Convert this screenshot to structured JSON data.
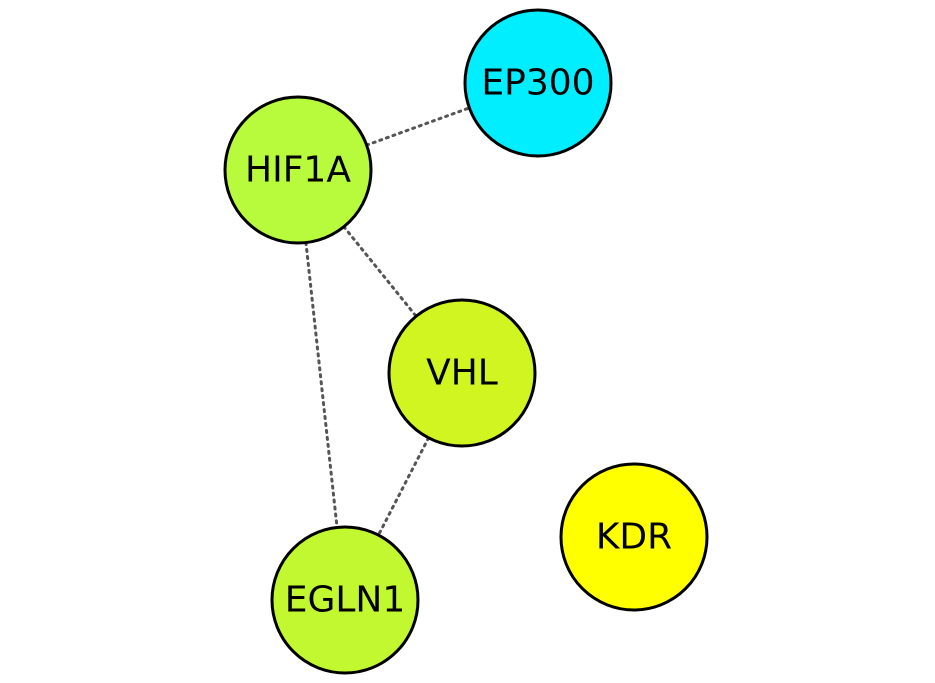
{
  "network": {
    "nodes": [
      {
        "id": "HIF1A",
        "label": "HIF1A",
        "color": "#b8fb3c"
      },
      {
        "id": "EP300",
        "label": "EP300",
        "color": "#00eeff"
      },
      {
        "id": "VHL",
        "label": "VHL",
        "color": "#d0f521"
      },
      {
        "id": "EGLN1",
        "label": "EGLN1",
        "color": "#c2f82f"
      },
      {
        "id": "KDR",
        "label": "KDR",
        "color": "#ffff00"
      }
    ],
    "edges": [
      {
        "source": "HIF1A",
        "target": "EP300"
      },
      {
        "source": "HIF1A",
        "target": "VHL"
      },
      {
        "source": "HIF1A",
        "target": "EGLN1"
      },
      {
        "source": "VHL",
        "target": "EGLN1"
      }
    ]
  }
}
